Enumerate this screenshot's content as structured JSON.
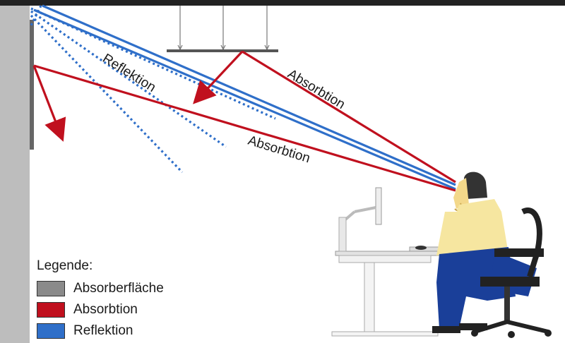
{
  "labels": {
    "reflection": "Reflektion",
    "absorption_ceiling": "Absorbtion",
    "absorption_wall": "Absorbtion"
  },
  "legend": {
    "title": "Legende:",
    "items": [
      {
        "label": "Absorberfläche",
        "color": "#8a8a8a"
      },
      {
        "label": "Absorbtion",
        "color": "#c0101e"
      },
      {
        "label": "Reflektion",
        "color": "#2f6fc9"
      }
    ]
  },
  "colors": {
    "absorption": "#c0101e",
    "reflection": "#2f6fc9",
    "absorber_surface": "#8a8a8a",
    "wall": "#bdbdbd"
  }
}
